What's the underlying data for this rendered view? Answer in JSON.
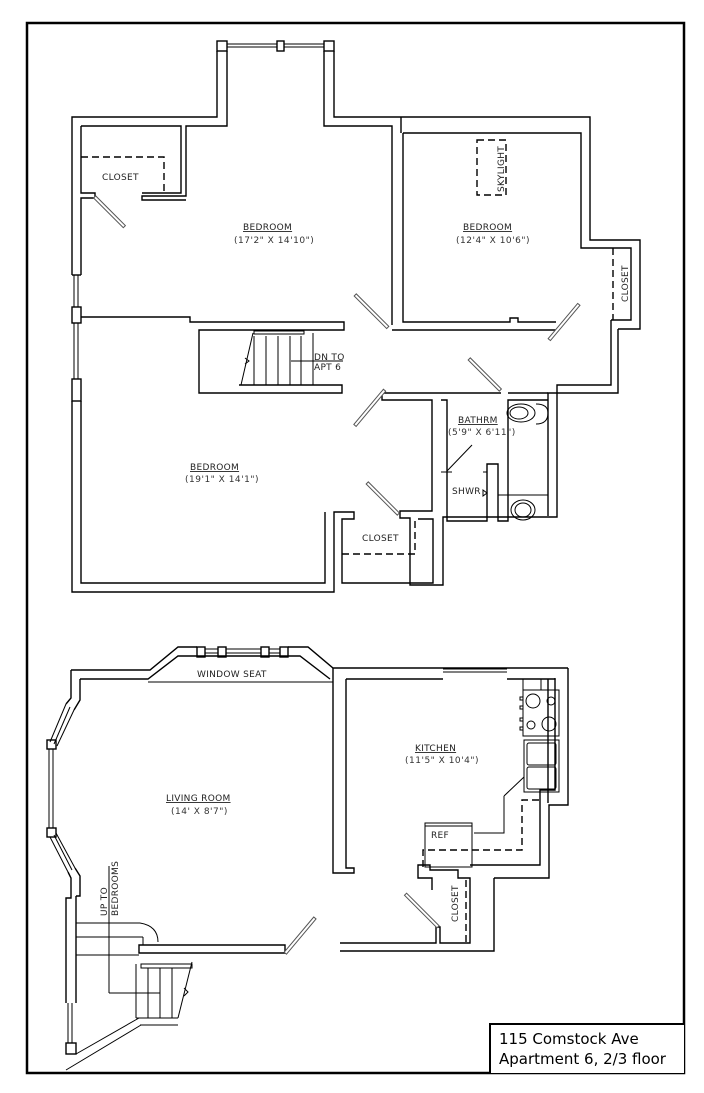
{
  "plan": {
    "upper_floor": {
      "rooms": [
        {
          "name": "BEDROOM",
          "dims": "(17'2\" X 14'10\")"
        },
        {
          "name": "BEDROOM",
          "dims": "(12'4\" X 10'6\")"
        },
        {
          "name": "BEDROOM",
          "dims": "(19'1\" X 14'1\")"
        },
        {
          "name": "BATHRM",
          "dims": "(5'9\" X 6'11\")"
        }
      ],
      "labels": {
        "closet_1": "CLOSET",
        "closet_2": "CLOSET",
        "closet_3": "CLOSET",
        "skylight": "SKYLIGHT",
        "stairs_line1": "DN TO",
        "stairs_line2": "APT 6",
        "shower": "SHWR"
      }
    },
    "lower_floor": {
      "rooms": [
        {
          "name": "LIVING ROOM",
          "dims": "(14' X 8'7\")"
        },
        {
          "name": "KITCHEN",
          "dims": "(11'5\" X 10'4\")"
        }
      ],
      "labels": {
        "window_seat": "WINDOW SEAT",
        "refrigerator": "REF",
        "closet": "CLOSET",
        "stairs_line1": "UP TO",
        "stairs_line2": "BEDROOMS"
      }
    }
  },
  "title_block": {
    "address": "115 Comstock Ave",
    "unit": "Apartment 6, 2/3 floor"
  }
}
